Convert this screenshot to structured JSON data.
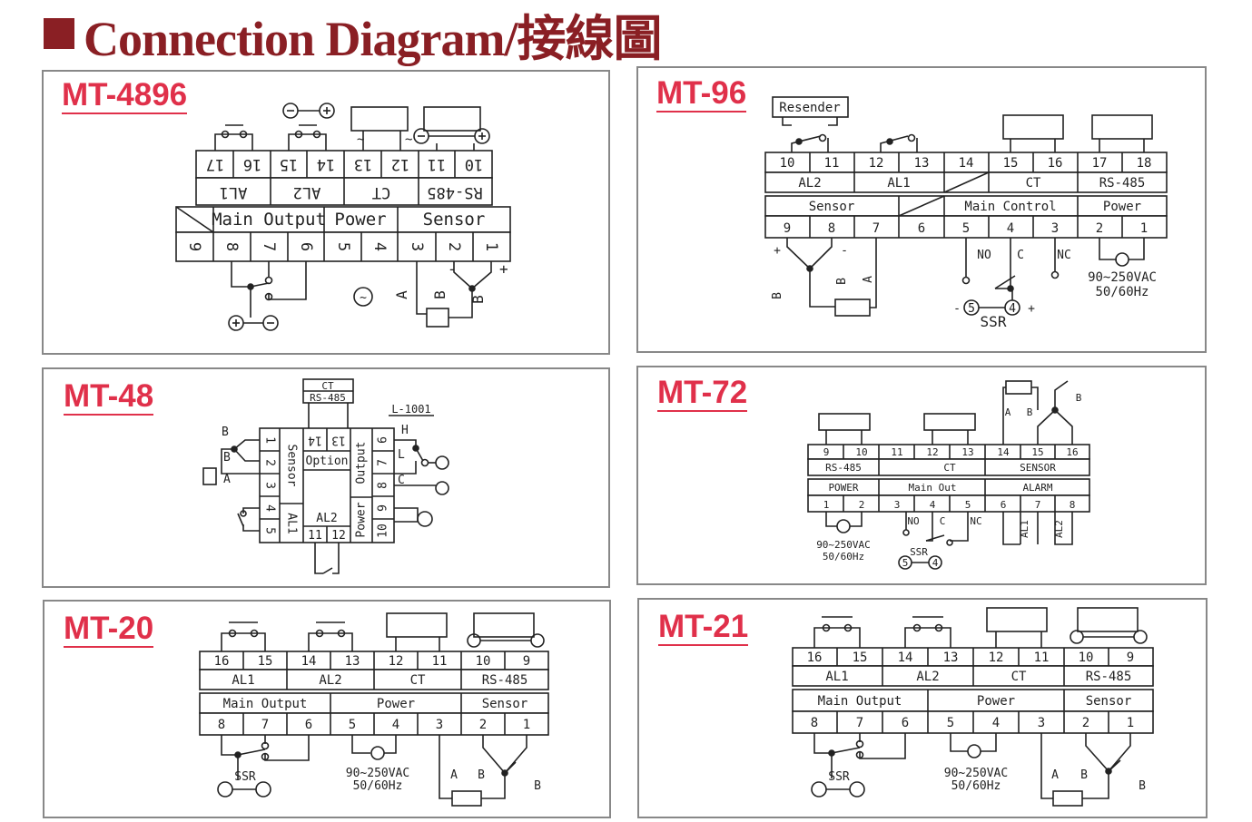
{
  "header": {
    "title": "Connection Diagram/接線圖"
  },
  "panels": {
    "mt4896": {
      "model": "MT-4896",
      "top_terms": [
        "17",
        "16",
        "15",
        "14",
        "13",
        "12",
        "11",
        "10"
      ],
      "top_groups": [
        "AL1",
        "AL2",
        "CT",
        "RS-485"
      ],
      "mid_groups": [
        "Main Output",
        "Power",
        "Sensor"
      ],
      "bot_terms": [
        "9",
        "8",
        "7",
        "6",
        "5",
        "4",
        "3",
        "2",
        "1"
      ],
      "sensor_a": "A",
      "sensor_b1": "B",
      "sensor_b2": "B",
      "minus": "-",
      "plus": "+",
      "tilde": "~"
    },
    "mt96": {
      "model": "MT-96",
      "resender": "Resender",
      "top_terms": [
        "10",
        "11",
        "12",
        "13",
        "14",
        "15",
        "16",
        "17",
        "18"
      ],
      "top_groups": [
        "AL2",
        "AL1",
        "CT",
        "RS-485"
      ],
      "mid_groups": [
        "Sensor",
        "Main  Control",
        "Power"
      ],
      "bot_terms": [
        "9",
        "8",
        "7",
        "6",
        "5",
        "4",
        "3",
        "2",
        "1"
      ],
      "no": "NO",
      "c": "C",
      "nc": "NC",
      "ssr": "SSR",
      "volt": "90~250VAC",
      "hz": "50/60Hz",
      "sensor_b": "B",
      "sensor_b2": "B",
      "sensor_a": "A",
      "five": "5",
      "four": "4",
      "plus": "+",
      "minus": "-"
    },
    "mt48": {
      "model": "MT-48",
      "ct": "CT",
      "rs485": "RS-485",
      "l1001": "L-1001",
      "left_terms": [
        "1",
        "2",
        "3",
        "4",
        "5"
      ],
      "right_terms": [
        "6",
        "7",
        "8",
        "9",
        "10"
      ],
      "sensor": "Sensor",
      "al1": "AL1",
      "option": "Option",
      "al2": "AL2",
      "output": "Output",
      "power": "Power",
      "t14": "14",
      "t13": "13",
      "t11": "11",
      "t12": "12",
      "b": "B",
      "a": "A",
      "h": "H",
      "l": "L",
      "c": "C"
    },
    "mt72": {
      "model": "MT-72",
      "top_terms": [
        "9",
        "10",
        "11",
        "12",
        "13",
        "14",
        "15",
        "16"
      ],
      "top_groups": [
        "RS-485",
        "CT",
        "SENSOR"
      ],
      "mid_groups": [
        "POWER",
        "Main  Out",
        "ALARM"
      ],
      "bot_terms": [
        "1",
        "2",
        "3",
        "4",
        "5",
        "6",
        "7",
        "8"
      ],
      "no": "NO",
      "c": "C",
      "nc": "NC",
      "ssr": "SSR",
      "volt": "90~250VAC",
      "hz": "50/60Hz",
      "al1": "AL1",
      "al2": "AL2",
      "a": "A",
      "b": "B",
      "b2": "B",
      "five": "5",
      "four": "4"
    },
    "mt20": {
      "model": "MT-20",
      "top_terms": [
        "16",
        "15",
        "14",
        "13",
        "12",
        "11",
        "10",
        "9"
      ],
      "top_groups": [
        "AL1",
        "AL2",
        "CT",
        "RS-485"
      ],
      "mid_groups": [
        "Main  Output",
        "Power",
        "Sensor"
      ],
      "bot_terms": [
        "8",
        "7",
        "6",
        "5",
        "4",
        "3",
        "2",
        "1"
      ],
      "ssr": "SSR",
      "volt": "90~250VAC",
      "hz": "50/60Hz",
      "a": "A",
      "b": "B",
      "b2": "B"
    },
    "mt21": {
      "model": "MT-21",
      "top_terms": [
        "16",
        "15",
        "14",
        "13",
        "12",
        "11",
        "10",
        "9"
      ],
      "top_groups": [
        "AL1",
        "AL2",
        "CT",
        "RS-485"
      ],
      "mid_groups": [
        "Main  Output",
        "Power",
        "Sensor"
      ],
      "bot_terms": [
        "8",
        "7",
        "6",
        "5",
        "4",
        "3",
        "2",
        "1"
      ],
      "ssr": "SSR",
      "volt": "90~250VAC",
      "hz": "50/60Hz",
      "a": "A",
      "b": "B",
      "b2": "B"
    }
  }
}
